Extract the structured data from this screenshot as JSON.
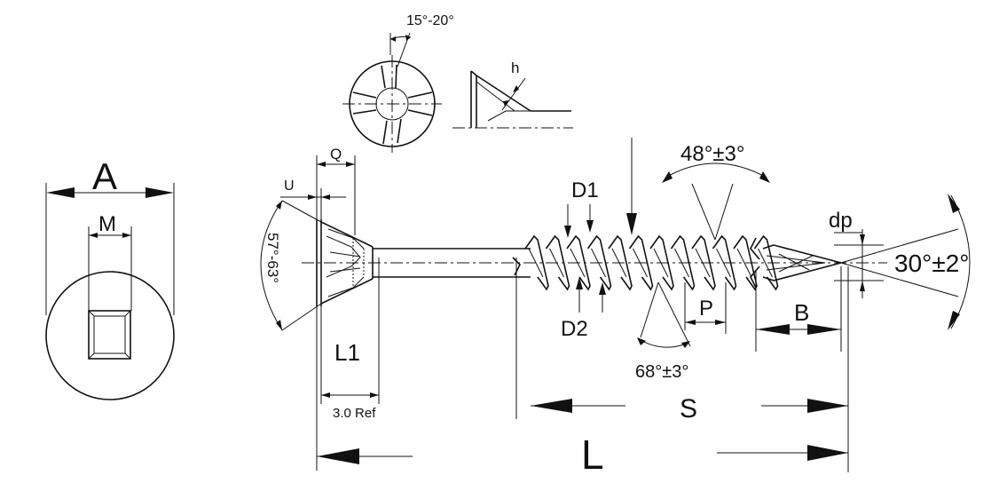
{
  "labels": {
    "head_diameter": "A",
    "recess_size": "M",
    "head_angle": "57°-63°",
    "u": "U",
    "q": "Q",
    "l1": "L1",
    "ref": "3.0 Ref",
    "rib_angle": "15°-20°",
    "rib_height": "h",
    "d1": "D1",
    "d2": "D2",
    "thread_angle_top": "48°±3°",
    "thread_angle_bottom": "68°±3°",
    "pitch": "P",
    "point_length": "B",
    "point_depth": "dp",
    "point_angle": "30°±2°",
    "thread_length": "S",
    "length": "L"
  }
}
